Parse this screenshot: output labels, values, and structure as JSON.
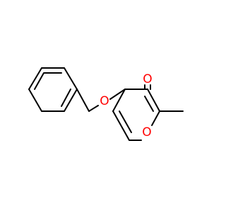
{
  "molecule": {
    "atom_labels": {
      "carbonyl_oxygen": "O",
      "ether_oxygen": "O",
      "ring_oxygen": "O"
    },
    "colors": {
      "oxygen": "#ff0000",
      "bond": "#000000",
      "background": "#ffffff"
    }
  }
}
